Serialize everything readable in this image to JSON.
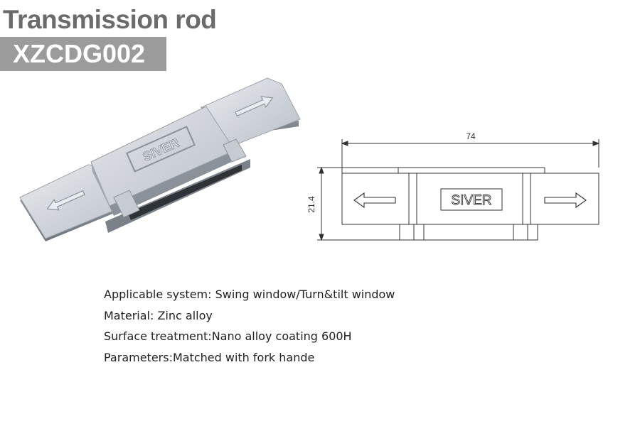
{
  "header": {
    "title": "Transmission rod",
    "model_code": "XZCDG002"
  },
  "product": {
    "brand_mark": "SIVER"
  },
  "drawing": {
    "width_dimension": "74",
    "height_dimension": "21.4",
    "brand_mark": "SIVER"
  },
  "specs": [
    "Applicable system: Swing window/Turn&tilt window",
    "Material: Zinc alloy",
    "Surface treatment:Nano alloy coating 600H",
    "Parameters:Matched with fork hande"
  ],
  "colors": {
    "title_text": "#6b6b6b",
    "code_band": "#9b9b9b",
    "metal_light": "#dde1e7",
    "metal_mid": "#b6bcc5",
    "metal_dark": "#7d838c",
    "line_art": "#333333"
  },
  "icons": [
    "arrow-left-icon",
    "arrow-right-icon"
  ]
}
